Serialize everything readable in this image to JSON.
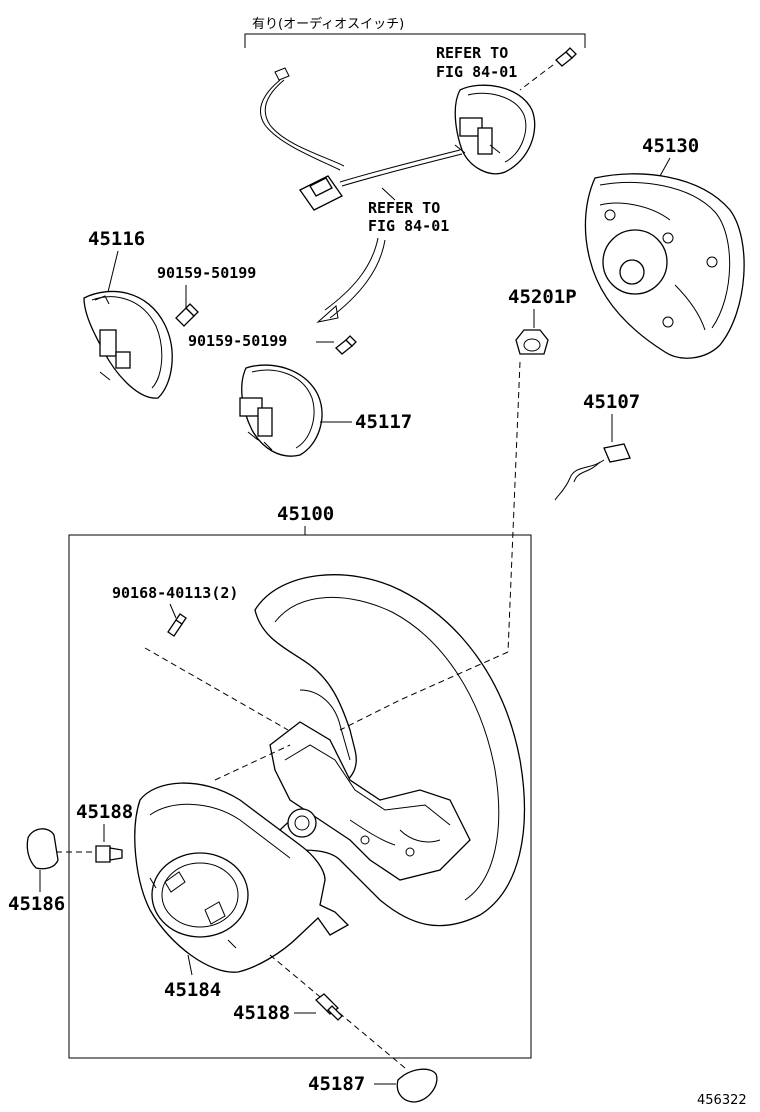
{
  "diagram": {
    "variant_note": "有り(オーディオスイッチ)",
    "refer_to_top": [
      "REFER TO",
      "FIG 84-01"
    ],
    "refer_to_mid": [
      "REFER TO",
      "FIG 84-01"
    ],
    "parts": {
      "p45130": "45130",
      "p45116": "45116",
      "p90159_a": "90159-50199",
      "p90159_b": "90159-50199",
      "p45117": "45117",
      "p45201p": "45201P",
      "p45107": "45107",
      "p45100": "45100",
      "p90168": "90168-40113(2)",
      "p45188_a": "45188",
      "p45186": "45186",
      "p45184": "45184",
      "p45188_b": "45188",
      "p45187": "45187"
    },
    "illustration_code": "456322"
  }
}
